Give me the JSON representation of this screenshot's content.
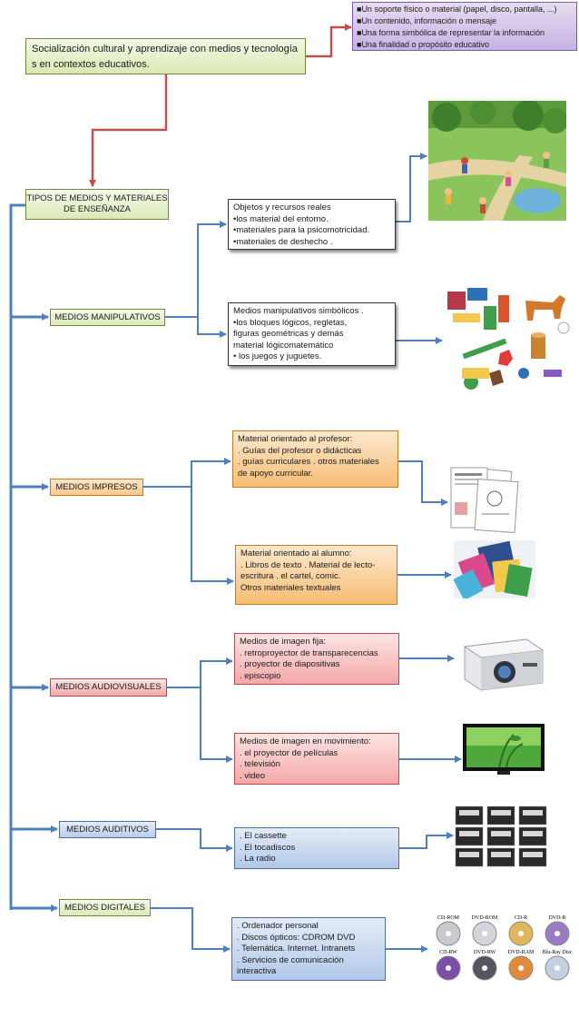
{
  "title": {
    "lines": [
      "Socialización cultural y aprendizaje con medios y tecnología",
      "s  en contextos educativos."
    ]
  },
  "properties": {
    "items": [
      "Un soporte físico o material (papel, disco, pantalla, ...)",
      "Un contenido, información o mensaje",
      "Una forma simbólica de representar la información",
      "Una finalidad o propósito educativo"
    ]
  },
  "tipos": {
    "lines": [
      "TIPOS DE MEDIOS Y MATERIALES",
      "DE ENSEÑANZA"
    ]
  },
  "categories": {
    "manipulativos": "MEDIOS MANIPULATIVOS",
    "impresos": "MEDIOS IMPRESOS",
    "audiovisuales": "MEDIOS  AUDIOVISUALES",
    "auditivos": "MEDIOS AUDITIVOS",
    "digitales": "MEDIOS DIGITALES"
  },
  "details": {
    "reales": [
      "Objetos y recursos reales",
      "•los material del entorno.",
      "•materiales para la psicomotricidad.",
      "•materiales de deshecho ."
    ],
    "simbolicos": [
      "Medios manipulativos simbólicos .",
      "•los bloques lógicos, regletas,",
      "figuras geométricas y demás",
      "material lógicomatemático",
      "• los juegos y juguetes."
    ],
    "profesor": [
      "Material orientado al profesor:",
      ". Guías del profesor o didácticas",
      ". guías curriculares  . otros materiales",
      "de apoyo curricular."
    ],
    "alumno": [
      "Material orientado al alumno:",
      ". Libros de texto . Material de lecto-",
      "escritura . el cartel, comic.",
      "Otros materiales textuales"
    ],
    "imagen_fija": [
      "Medios de imagen fija:",
      ". retroproyector de transparecencias",
      ". proyector de diapositivas",
      ". episcopio"
    ],
    "imagen_movimiento": [
      "Medios de imagen en movimiento:",
      ". el proyector de películas",
      ". televisión",
      ". video"
    ],
    "auditivos": [
      ". El cassette",
      ". El tocadiscos",
      ". La radio"
    ],
    "digitales": [
      ". Ordenador personal",
      ". Discos ópticos: CDROM DVD",
      ". Telemática. Internet. Intranets",
      ". Servicios de comunicación",
      "interactiva"
    ]
  },
  "disc_labels": [
    "CD-ROM",
    "DVD-ROM",
    "CD-R",
    "DVD-R",
    "CD-RW",
    "DVD-RW",
    "DVD-RAM",
    "Blu-Ray Disc"
  ],
  "colors": {
    "connector_blue": "#4f7fbf",
    "connector_red": "#c0504d"
  }
}
